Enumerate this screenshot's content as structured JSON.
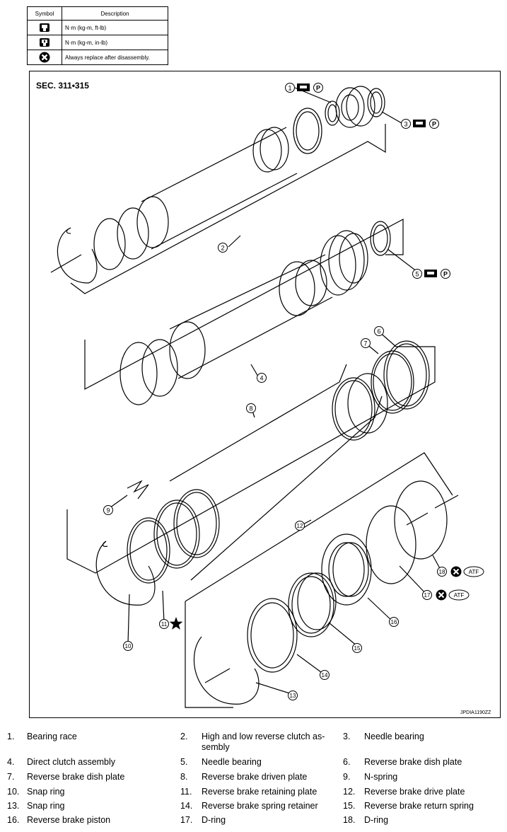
{
  "symbol_table": {
    "header_symbol": "Symbol",
    "header_description": "Description",
    "rows": [
      {
        "icon": "torque-wrench-icon",
        "description": "N·m (kg-m, ft-lb)"
      },
      {
        "icon": "torque-wrench-inlb-icon",
        "description": "N·m (kg-m, in-lb)"
      },
      {
        "icon": "always-replace-icon",
        "description": "Always replace after disassembly."
      }
    ]
  },
  "diagram": {
    "section": "SEC. 311•315",
    "figure_id": "JPDIA1190ZZ",
    "callouts": [
      "1",
      "2",
      "3",
      "4",
      "5",
      "6",
      "7",
      "8",
      "9",
      "10",
      "11",
      "12",
      "13",
      "14",
      "15",
      "16",
      "17",
      "18"
    ],
    "fluid_label": "ATF",
    "petroleum_jelly_label": "P",
    "colors": {
      "line": "#000000",
      "background": "#ffffff"
    }
  },
  "legend": [
    {
      "num": "1.",
      "label": "Bearing race"
    },
    {
      "num": "2.",
      "label": "High and low reverse clutch as-sembly"
    },
    {
      "num": "3.",
      "label": "Needle bearing"
    },
    {
      "num": "4.",
      "label": "Direct clutch assembly"
    },
    {
      "num": "5.",
      "label": "Needle bearing"
    },
    {
      "num": "6.",
      "label": "Reverse brake dish plate"
    },
    {
      "num": "7.",
      "label": "Reverse brake dish plate"
    },
    {
      "num": "8.",
      "label": "Reverse brake driven plate"
    },
    {
      "num": "9.",
      "label": "N-spring"
    },
    {
      "num": "10.",
      "label": "Snap ring"
    },
    {
      "num": "11.",
      "label": "Reverse brake retaining plate"
    },
    {
      "num": "12.",
      "label": "Reverse brake drive plate"
    },
    {
      "num": "13.",
      "label": "Snap ring"
    },
    {
      "num": "14.",
      "label": "Reverse brake spring retainer"
    },
    {
      "num": "15.",
      "label": "Reverse brake return spring"
    },
    {
      "num": "16.",
      "label": "Reverse brake piston"
    },
    {
      "num": "17.",
      "label": "D-ring"
    },
    {
      "num": "18.",
      "label": "D-ring"
    }
  ]
}
